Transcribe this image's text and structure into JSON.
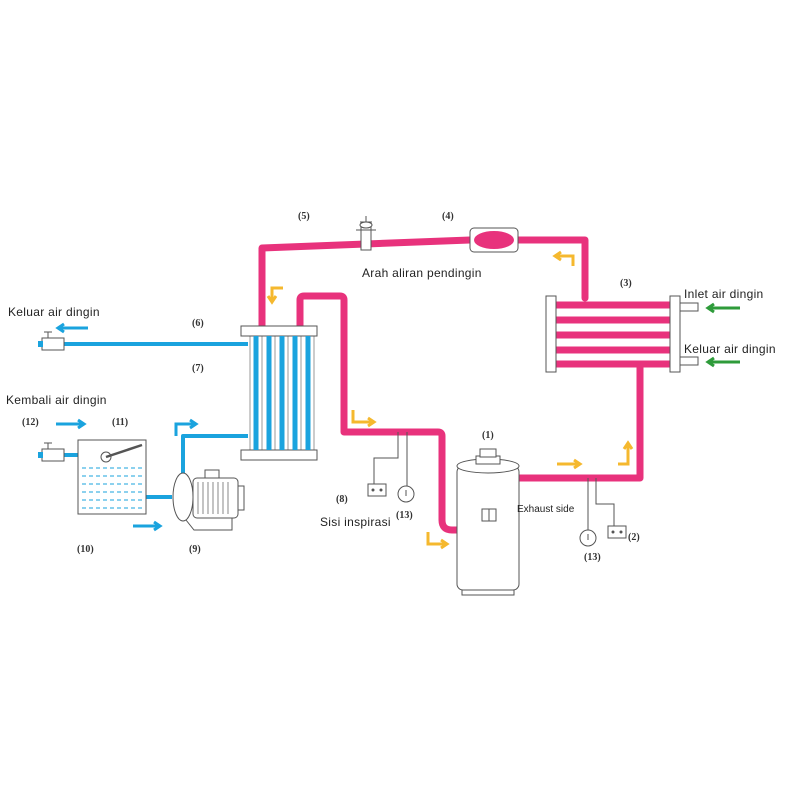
{
  "labels": {
    "coolant_flow": "Arah aliran pendingin",
    "cold_water_out_left": "Keluar air dingin",
    "cold_water_return": "Kembali air dingin",
    "cold_air_inlet": "Inlet air dingin",
    "cold_air_out_right": "Keluar air dingin",
    "suction_side": "Sisi inspirasi",
    "exhaust_side": "Exhaust side"
  },
  "numbers": {
    "n1": "(1)",
    "n2": "(2)",
    "n3": "(3)",
    "n4": "(4)",
    "n5": "(5)",
    "n6": "(6)",
    "n7": "(7)",
    "n8": "(8)",
    "n9": "(9)",
    "n10": "(10)",
    "n11": "(11)",
    "n12": "(12)",
    "n13a": "(13)",
    "n13b": "(13)"
  },
  "colors": {
    "refrigerant": "#e8327c",
    "water": "#1aa3de",
    "flow_arrow": "#f5b82e",
    "air_arrow": "#2e9b3a"
  }
}
